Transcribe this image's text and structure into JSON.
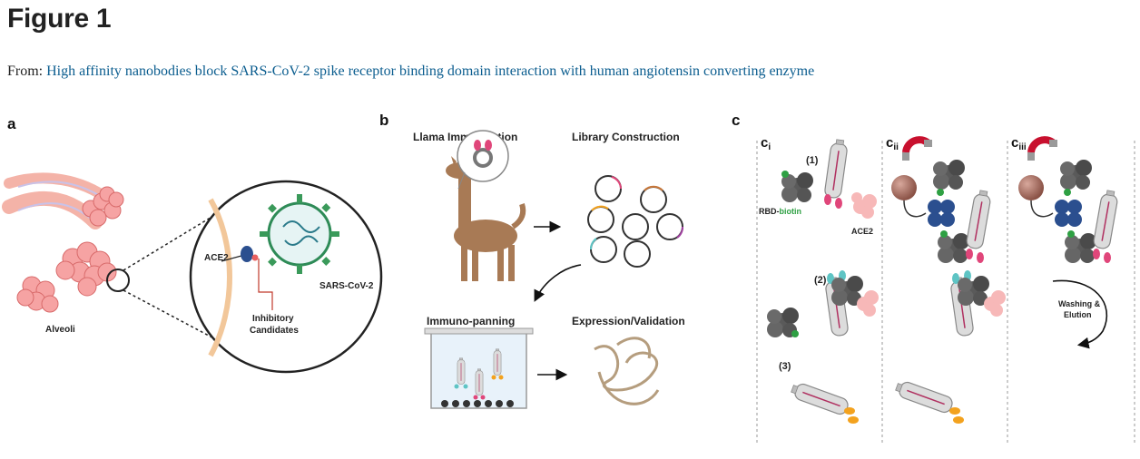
{
  "header": {
    "title": "Figure 1",
    "from_label": "From:",
    "article_link": "High affinity nanobodies block SARS-CoV-2 spike receptor binding domain interaction with human angiotensin converting enzyme"
  },
  "panel_a": {
    "letter": "a",
    "alveoli_label": "Alveoli",
    "ace2_label": "ACE2",
    "virus_label": "SARS-CoV-2",
    "inhibitory_label_line1": "Inhibitory",
    "inhibitory_label_line2": "Candidates"
  },
  "panel_b": {
    "letter": "b",
    "step1": "Llama Immunization",
    "step2": "Library Construction",
    "step3": "Immuno-panning",
    "step4": "Expression/Validation"
  },
  "panel_c": {
    "letter": "c",
    "sub_i_base": "c",
    "sub_i_sub": "i",
    "sub_ii_base": "c",
    "sub_ii_sub": "ii",
    "sub_iii_base": "c",
    "sub_iii_sub": "iii",
    "step1": "(1)",
    "step2": "(2)",
    "step3": "(3)",
    "rbd_label": "RBD-",
    "biotin_label": "biotin",
    "ace2_label": "ACE2",
    "washing_line1": "Washing &",
    "washing_line2": "Elution"
  },
  "colors": {
    "link": "#0b5d8f",
    "biotin": "#2ea043",
    "phage_pink": "#e0467a",
    "phage_teal": "#5ec4c4",
    "phage_orange": "#f3a21e",
    "magnet_red": "#c8102e",
    "streptavidin_blue": "#2b4f8f",
    "bead": "#a4665a",
    "llama": "#a87a55",
    "alveoli": "#f08a8a"
  }
}
